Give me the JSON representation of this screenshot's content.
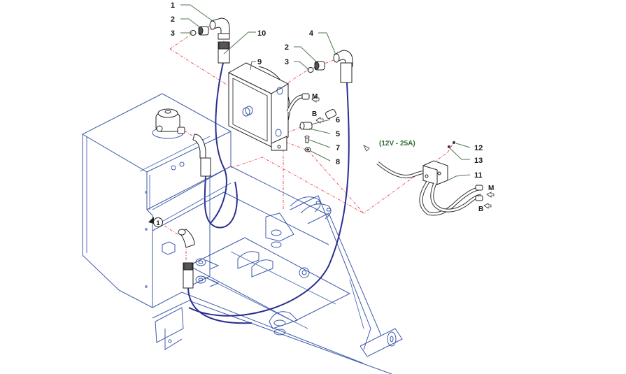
{
  "diagram": {
    "type": "exploded-parts-assembly",
    "subject": "Hydraulic oil cooler installation on machine frame",
    "callouts": [
      {
        "id": "c1",
        "text": "1"
      },
      {
        "id": "c2",
        "text": "2"
      },
      {
        "id": "c3",
        "text": "3"
      },
      {
        "id": "c10",
        "text": "10"
      },
      {
        "id": "c9",
        "text": "9"
      },
      {
        "id": "c4",
        "text": "4"
      },
      {
        "id": "c2b",
        "text": "2"
      },
      {
        "id": "c3b",
        "text": "3"
      },
      {
        "id": "c6",
        "text": "6"
      },
      {
        "id": "c5",
        "text": "5"
      },
      {
        "id": "c7",
        "text": "7"
      },
      {
        "id": "c8",
        "text": "8"
      },
      {
        "id": "c12",
        "text": "12"
      },
      {
        "id": "c13",
        "text": "13"
      },
      {
        "id": "c11",
        "text": "11"
      }
    ],
    "connector_labels": {
      "m_cooler": "M",
      "b_cooler": "B",
      "m_relay": "M",
      "b_relay": "B"
    },
    "power_note": "(12V - 25A)",
    "reference_marker": "1",
    "colors": {
      "frame": "#3d5aa8",
      "hose": "#2b2f8f",
      "centerline": "#e8434a",
      "leader": "#4f7a4f",
      "note": "#2e6b2e"
    }
  }
}
